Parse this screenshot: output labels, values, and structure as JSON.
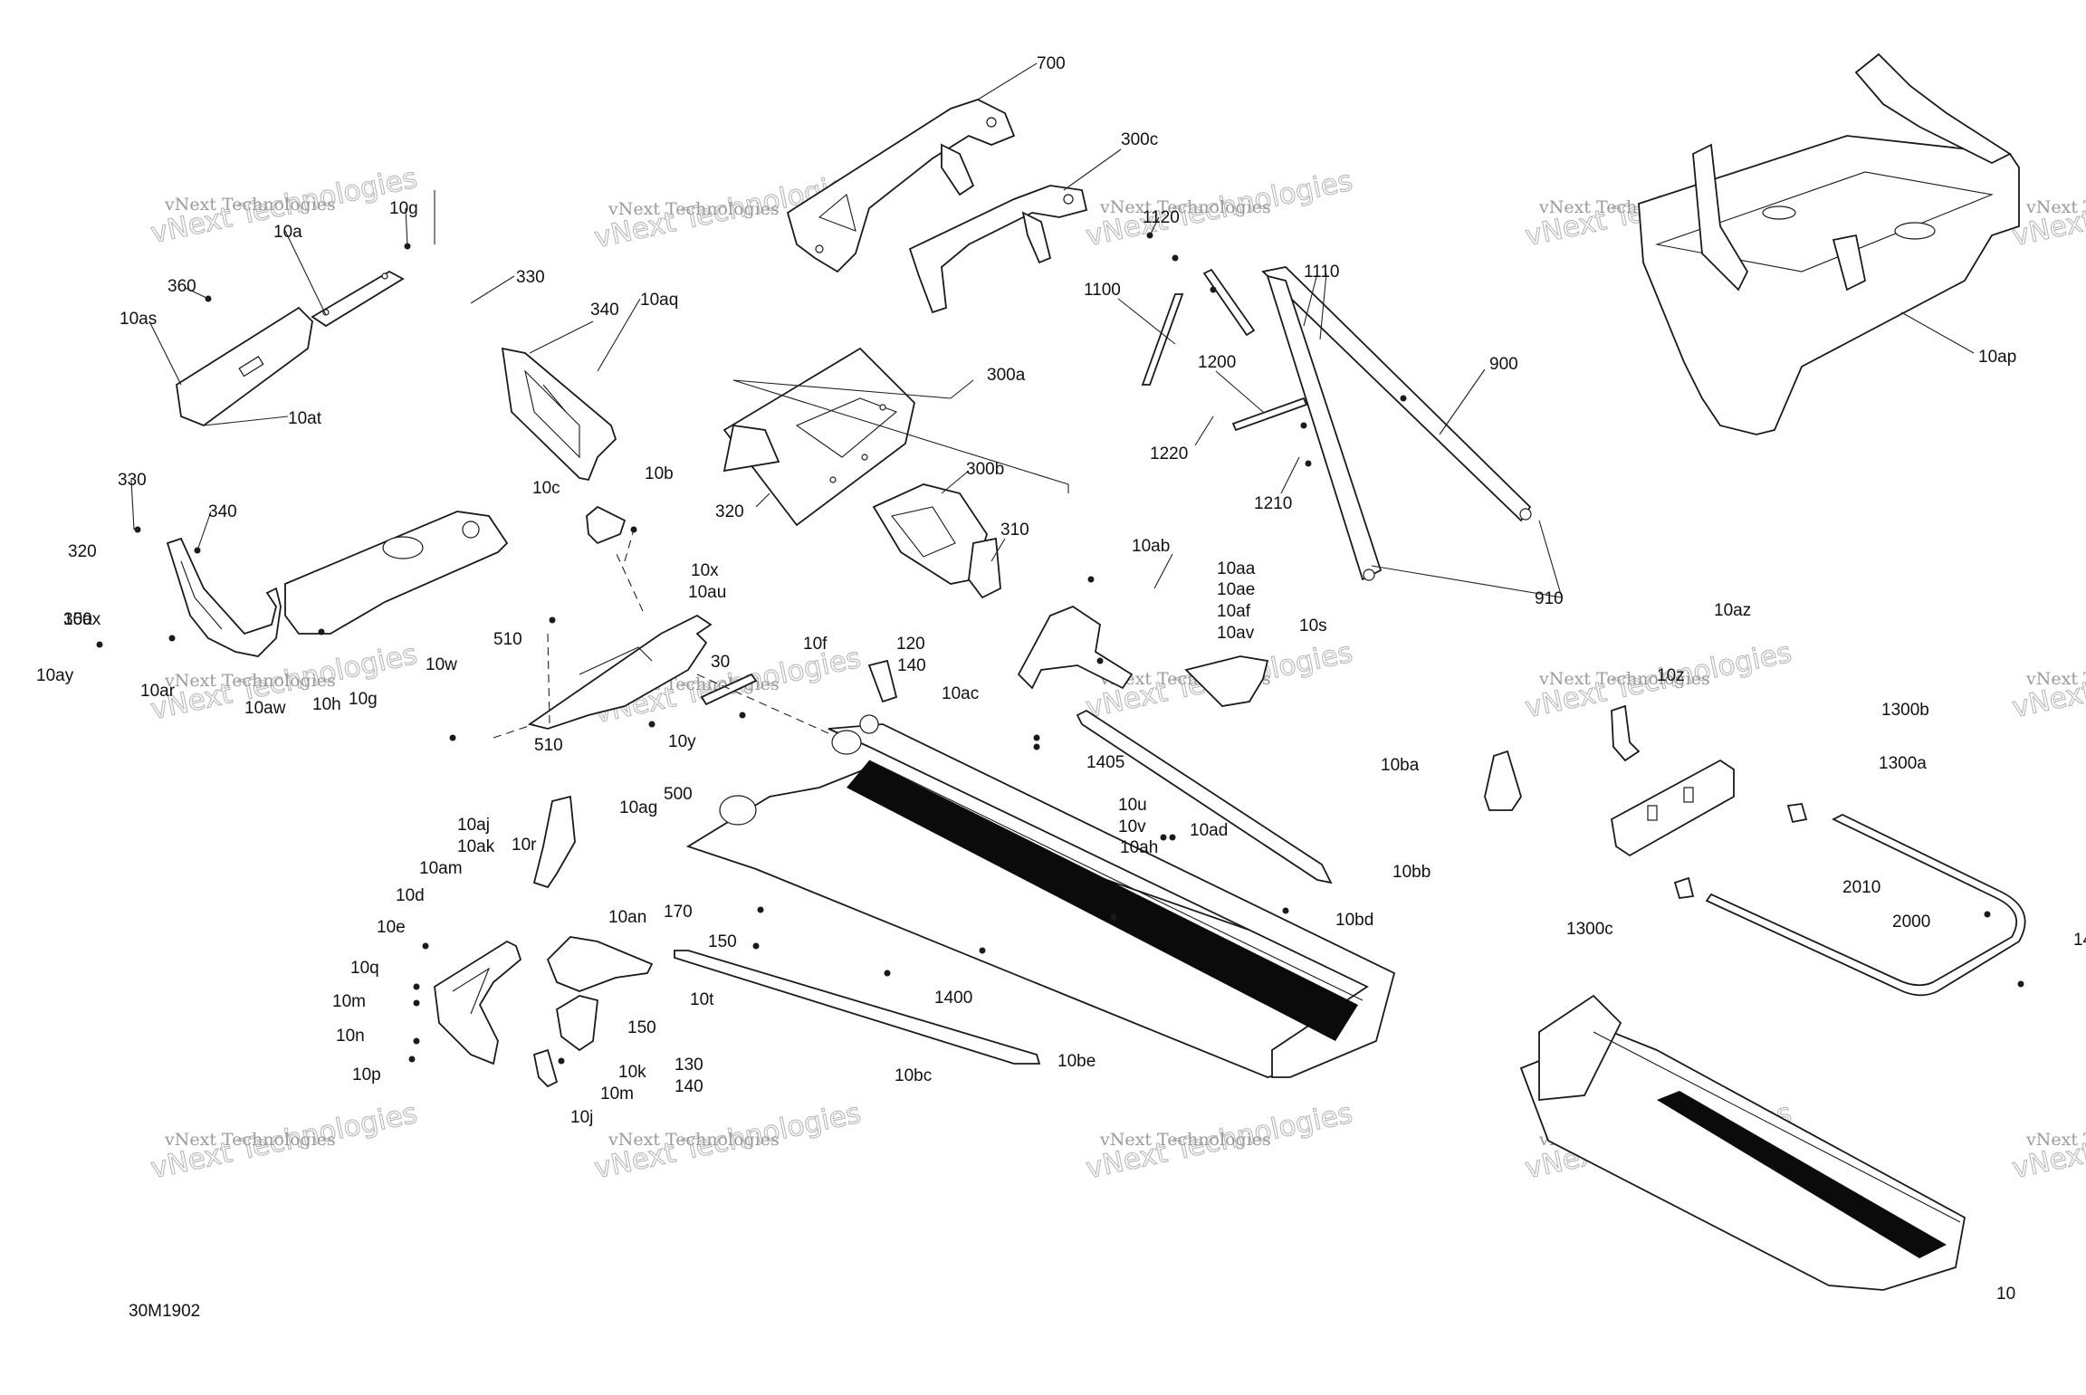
{
  "diagram": {
    "code": "30M1902",
    "watermark": "vNext Technologies",
    "callouts": [
      "700",
      "300c",
      "10g",
      "10a",
      "360",
      "10as",
      "10at",
      "330",
      "340",
      "10aq",
      "1120",
      "1100",
      "1110",
      "1200",
      "1220",
      "1210",
      "900",
      "10ap",
      "300a",
      "300b",
      "310",
      "320",
      "330",
      "340",
      "320",
      "350",
      "10ax",
      "10ay",
      "10ar",
      "10aw",
      "10h",
      "10g",
      "10c",
      "10b",
      "10x",
      "10au",
      "510",
      "10w",
      "510",
      "30",
      "10y",
      "10f",
      "120",
      "140",
      "10ab",
      "10aa",
      "10ae",
      "10af",
      "10av",
      "10s",
      "10ac",
      "910",
      "10az",
      "10z",
      "1300b",
      "1300a",
      "10ba",
      "2010",
      "2000",
      "1300c",
      "14",
      "1405",
      "10u",
      "10v",
      "10ah",
      "10ad",
      "10bb",
      "10bd",
      "10ag",
      "500",
      "10aj",
      "10ak",
      "10r",
      "10am",
      "10an",
      "10d",
      "10e",
      "170",
      "150",
      "10q",
      "10m",
      "10n",
      "10p",
      "10t",
      "150",
      "1400",
      "130",
      "140",
      "10k",
      "10m",
      "10j",
      "10bc",
      "10be",
      "10"
    ]
  }
}
